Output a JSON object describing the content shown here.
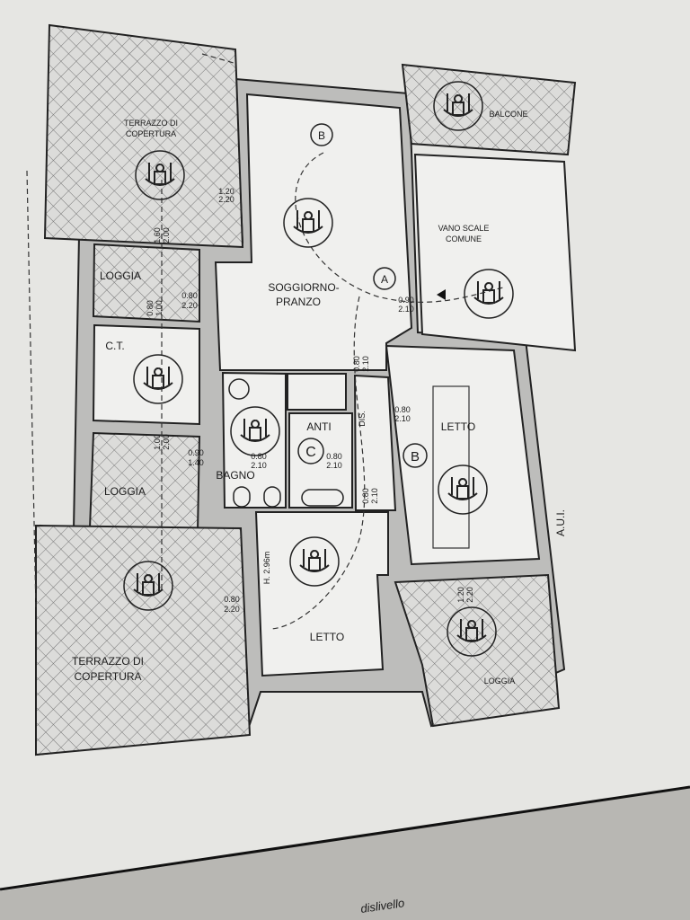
{
  "rooms": {
    "terrace_top": [
      "TERRAZZO DI",
      "COPERTURA"
    ],
    "balcone": "BALCONE",
    "vano_scale": [
      "VANO SCALE",
      "COMUNE"
    ],
    "loggia_top": "LOGGIA",
    "soggiorno": [
      "SOGGIORNO-",
      "PRANZO"
    ],
    "ct": "C.T.",
    "anti": "ANTI",
    "dis": "DIS.",
    "letto_right": "LETTO",
    "bagno": "BAGNO",
    "loggia_mid": "LOGGIA",
    "letto_bottom": "LETTO",
    "terrace_bottom": [
      "TERRAZZO DI",
      "COPERTURA"
    ],
    "loggia_bottom": "LOGGIA"
  },
  "markers": {
    "b1": "B",
    "a": "A",
    "c": "C",
    "b2": "B"
  },
  "doors": [
    [
      "1.20",
      "2.20"
    ],
    [
      "1.60",
      "2.00"
    ],
    [
      "0.80",
      "2.20"
    ],
    [
      "0.90",
      "2.10"
    ],
    [
      "0.80",
      "2.10"
    ],
    [
      "0.80",
      "2.10"
    ],
    [
      "1.00",
      "2.00"
    ],
    [
      "0.90",
      "1.40"
    ],
    [
      "0.80",
      "2.10"
    ],
    [
      "0.80",
      "2.10"
    ],
    [
      "0.80",
      "2.10"
    ],
    [
      "0.80",
      "2.20"
    ],
    [
      "1.20",
      "2.20"
    ],
    [
      "0.80",
      "1.00"
    ]
  ],
  "height_note": "H. 2.96m",
  "aui": "A.U.I.",
  "footer_text": "dislivello",
  "icons": [
    "wheelchair-icon"
  ]
}
